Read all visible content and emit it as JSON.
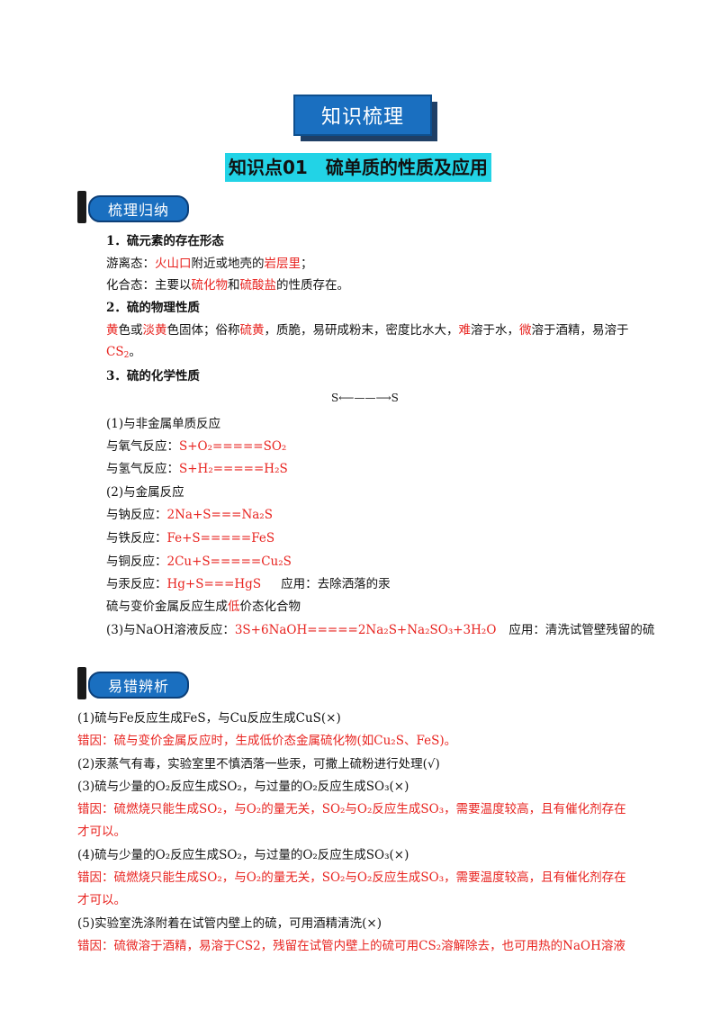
{
  "header": {
    "banner": "知识梳理",
    "kp_title": "知识点01　硫单质的性质及应用"
  },
  "section1": {
    "tag": "梳理归纳",
    "h1": "1．硫元素的存在形态",
    "l1_a": "游离态：",
    "l1_b": "火山口",
    "l1_c": "附近或地壳的",
    "l1_d": "岩层里",
    "l1_e": "；",
    "l2_a": "化合态：主要以",
    "l2_b": "硫化物",
    "l2_c": "和",
    "l2_d": "硫酸盐",
    "l2_e": "的性质存在。",
    "h2": "2．硫的物理性质",
    "p_a": "黄",
    "p_b": "色或",
    "p_c": "淡黄",
    "p_d": "色固体；俗称",
    "p_e": "硫黄",
    "p_f": "，质脆，易研成粉末，密度比水大，",
    "p_g": "难",
    "p_h": "溶于水，",
    "p_i": "微",
    "p_j": "溶于酒精，易溶于",
    "p2_a": "CS",
    "p2_b": "。",
    "h3": "3．硫的化学性质",
    "arrow_left": "S",
    "arrow_right": "S",
    "r1": "(1)与非金属单质反应",
    "o_label": "与氧气反应：",
    "o_eq": "S+O₂=====SO₂",
    "h_label": "与氢气反应：",
    "h_eq": "S+H₂=====H₂S",
    "r2": "(2)与金属反应",
    "na_label": "与钠反应：",
    "na_eq": "2Na+S===Na₂S",
    "fe_label": "与铁反应：",
    "fe_eq": "Fe+S=====FeS",
    "cu_label": "与铜反应：",
    "cu_eq": "2Cu+S=====Cu₂S",
    "hg_label": "与汞反应：",
    "hg_eq": "Hg+S===HgS",
    "hg_app": "应用：去除洒落的汞",
    "low_a": "硫与变价金属反应生成",
    "low_b": "低",
    "low_c": "价态化合物",
    "r3_label": "(3)与NaOH溶液反应：",
    "r3_eq": "3S+6NaOH=====2Na₂S+Na₂SO₃+3H₂O",
    "r3_app": "应用：清洗试管壁残留的硫"
  },
  "section2": {
    "tag": "易错辨析",
    "q1": "(1)硫与Fe反应生成FeS，与Cu反应生成CuS(×)",
    "a1": "错因：硫与变价金属反应时，生成低价态金属硫化物(如Cu₂S、FeS)。",
    "q2": "(2)汞蒸气有毒，实验室里不慎洒落一些汞，可撒上硫粉进行处理(√)",
    "q3": "(3)硫与少量的O₂反应生成SO₂，与过量的O₂反应生成SO₃(×)",
    "a3_l1": "错因：硫燃烧只能生成SO₂，与O₂的量无关，SO₂与O₂反应生成SO₃，需要温度较高，且有催化剂存在",
    "a3_l2": "才可以。",
    "q4": "(4)硫与少量的O₂反应生成SO₂，与过量的O₂反应生成SO₃(×)",
    "a4_l1": "错因：硫燃烧只能生成SO₂，与O₂的量无关，SO₂与O₂反应生成SO₃，需要温度较高，且有催化剂存在",
    "a4_l2": "才可以。",
    "q5": "(5)实验室洗涤附着在试管内壁上的硫，可用酒精清洗(×)",
    "a5": "错因：硫微溶于酒精，易溶于CS2，残留在试管内壁上的硫可用CS₂溶解除去，也可用热的NaOH溶液"
  }
}
